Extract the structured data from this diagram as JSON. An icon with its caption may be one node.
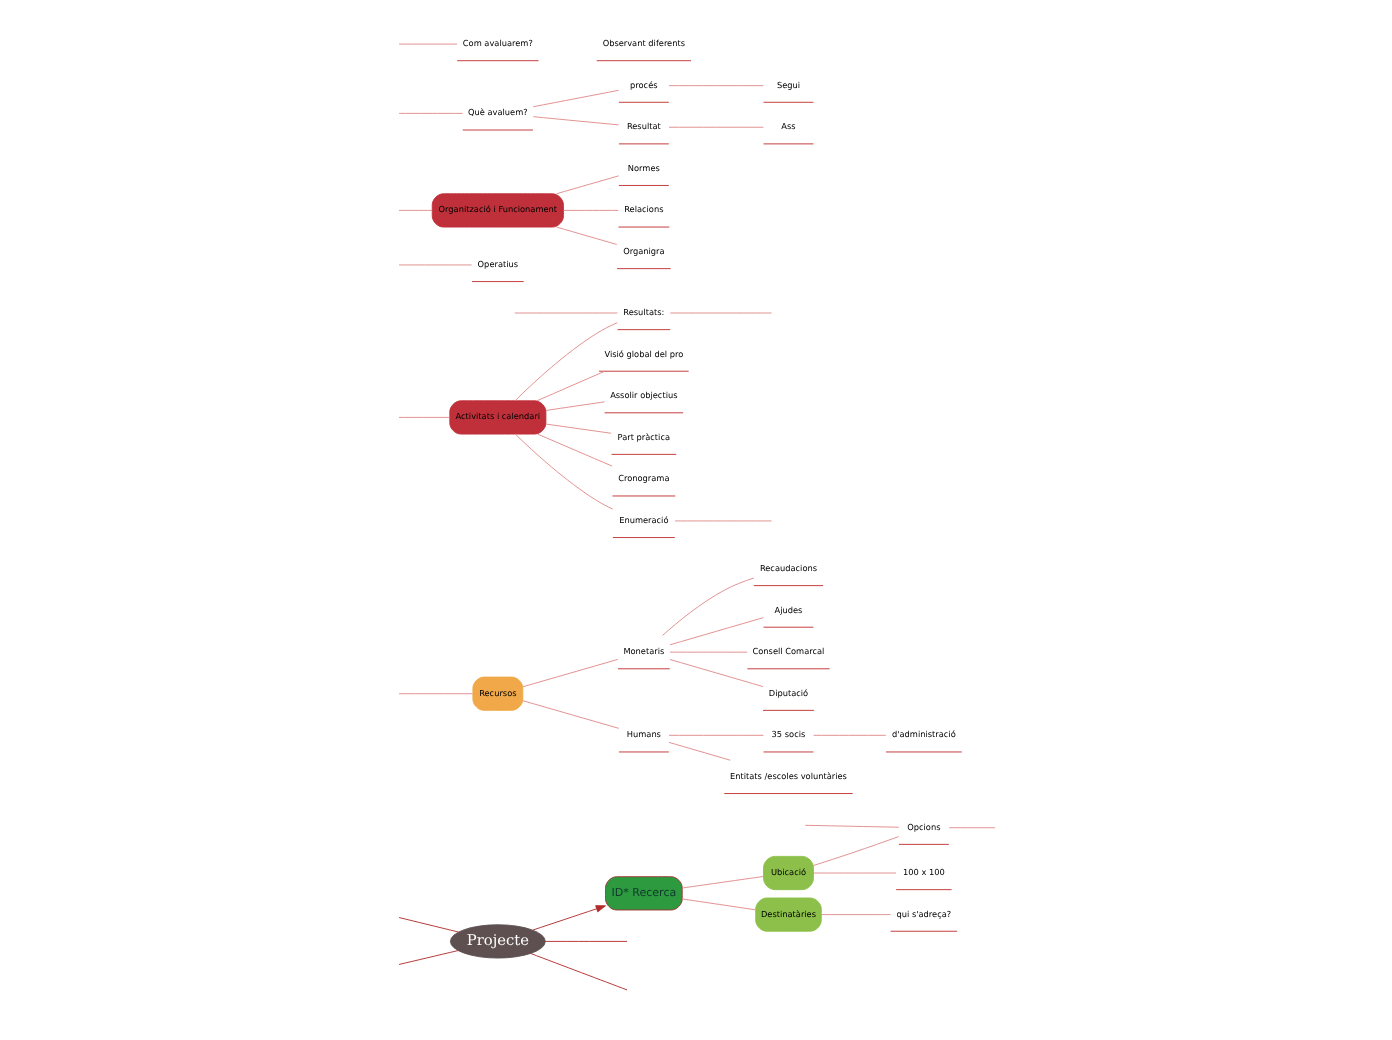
{
  "diagram": {
    "nodes": [
      {
        "text": [
          "Projecte"
        ]
      },
      {
        "text": [
          "Recursos"
        ]
      },
      {
        "text": [
          "Monetaris"
        ]
      },
      {
        "text": [
          "Recaudacions"
        ]
      },
      {
        "text": [
          "Ajudes"
        ]
      },
      {
        "text": [
          "Consell Comarcal"
        ]
      },
      {
        "text": [
          "Diputació"
        ]
      },
      {
        "text": [
          "Humans"
        ]
      },
      {
        "text": [
          "35 socis"
        ]
      },
      {
        "text": [
          "d'administració"
        ]
      },
      {
        "text": [
          "Entitats /escoles voluntàries"
        ]
      },
      {
        "text": [
          "ID* Recerca"
        ]
      },
      {
        "text": [
          "Ubicació"
        ]
      },
      {
        "text": [
          "Opcions"
        ]
      },
      {
        "text": [
          "100 x 100"
        ]
      },
      {
        "text": [
          "Destinatàries"
        ]
      },
      {
        "text": [
          "qui s'adreça?"
        ]
      },
      {
        "text": [
          "Activitats i calendari"
        ]
      },
      {
        "text": [
          "Operatius"
        ]
      },
      {
        "text": [
          "Visió global del pro"
        ]
      },
      {
        "text": [
          "Assolir objectius"
        ]
      },
      {
        "text": [
          "Resultats:"
        ]
      },
      {
        "text": [
          "Part pràctica"
        ]
      },
      {
        "text": [
          "Cronograma"
        ]
      },
      {
        "text": [
          "Enumeració"
        ]
      },
      {
        "text": [
          "Organització i Funcionament"
        ]
      },
      {
        "text": [
          "Normes"
        ]
      },
      {
        "text": [
          "Relacions"
        ]
      },
      {
        "text": [
          "Organigra"
        ]
      },
      {
        "text": [
          "Què avaluem?"
        ]
      },
      {
        "text": [
          "procés"
        ]
      },
      {
        "text": [
          "Segui"
        ]
      },
      {
        "text": [
          "Resultat"
        ]
      },
      {
        "text": [
          "Ass"
        ]
      },
      {
        "text": [
          "Com avaluarem?"
        ]
      },
      {
        "text": [
          "Observant diferents"
        ]
      }
    ],
    "edges": [
      {
        "from": 0,
        "to": null,
        "arrow": "none",
        "color": "#b22a2a"
      },
      {
        "from": 0,
        "to": null,
        "arrow": "none",
        "color": "#b22a2a"
      },
      {
        "from": 0,
        "to": null,
        "arrow": "none",
        "color": "#b22a2a"
      },
      {
        "from": 0,
        "to": null,
        "arrow": "none",
        "color": "#b22a2a"
      },
      {
        "from": 0,
        "to": 11,
        "arrow": "to",
        "color": "#b22a2a"
      },
      {
        "from": null,
        "to": 1,
        "arrow": "none"
      },
      {
        "from": 1,
        "to": 2,
        "arrow": "none"
      },
      {
        "from": 1,
        "to": 7,
        "arrow": "none"
      },
      {
        "from": 2,
        "to": 3,
        "arrow": "none"
      },
      {
        "from": 2,
        "to": 4,
        "arrow": "none"
      },
      {
        "from": 2,
        "to": 5,
        "arrow": "none"
      },
      {
        "from": 2,
        "to": 6,
        "arrow": "none"
      },
      {
        "from": 7,
        "to": 8,
        "arrow": "none"
      },
      {
        "from": 7,
        "to": 10,
        "arrow": "none"
      },
      {
        "from": 8,
        "to": 9,
        "arrow": "none"
      },
      {
        "from": 11,
        "to": 12,
        "arrow": "none"
      },
      {
        "from": 11,
        "to": 15,
        "arrow": "none"
      },
      {
        "from": 12,
        "to": 13,
        "arrow": "none"
      },
      {
        "from": 12,
        "to": 14,
        "arrow": "none"
      },
      {
        "from": 13,
        "to": null,
        "arrow": "none"
      },
      {
        "from": 13,
        "to": null,
        "arrow": "none"
      },
      {
        "from": 15,
        "to": 16,
        "arrow": "none"
      },
      {
        "from": null,
        "to": 17,
        "arrow": "none"
      },
      {
        "from": null,
        "to": 18,
        "arrow": "none"
      },
      {
        "from": 17,
        "to": 19,
        "arrow": "none"
      },
      {
        "from": 17,
        "to": 20,
        "arrow": "none"
      },
      {
        "from": 17,
        "to": 21,
        "arrow": "none"
      },
      {
        "from": 17,
        "to": 22,
        "arrow": "none"
      },
      {
        "from": 17,
        "to": 23,
        "arrow": "none"
      },
      {
        "from": 17,
        "to": 24,
        "arrow": "none"
      },
      {
        "from": 21,
        "to": null,
        "arrow": "none"
      },
      {
        "from": 21,
        "to": null,
        "arrow": "none"
      },
      {
        "from": 24,
        "to": null,
        "arrow": "none"
      },
      {
        "from": null,
        "to": 25,
        "arrow": "none"
      },
      {
        "from": 25,
        "to": 26,
        "arrow": "none"
      },
      {
        "from": 25,
        "to": 27,
        "arrow": "none"
      },
      {
        "from": 25,
        "to": 28,
        "arrow": "none"
      },
      {
        "from": null,
        "to": 29,
        "arrow": "none"
      },
      {
        "from": 29,
        "to": 30,
        "arrow": "none"
      },
      {
        "from": 29,
        "to": 32,
        "arrow": "none"
      },
      {
        "from": 30,
        "to": 31,
        "arrow": "none"
      },
      {
        "from": 32,
        "to": 33,
        "arrow": "none"
      },
      {
        "from": null,
        "to": 34,
        "arrow": "none"
      }
    ]
  }
}
